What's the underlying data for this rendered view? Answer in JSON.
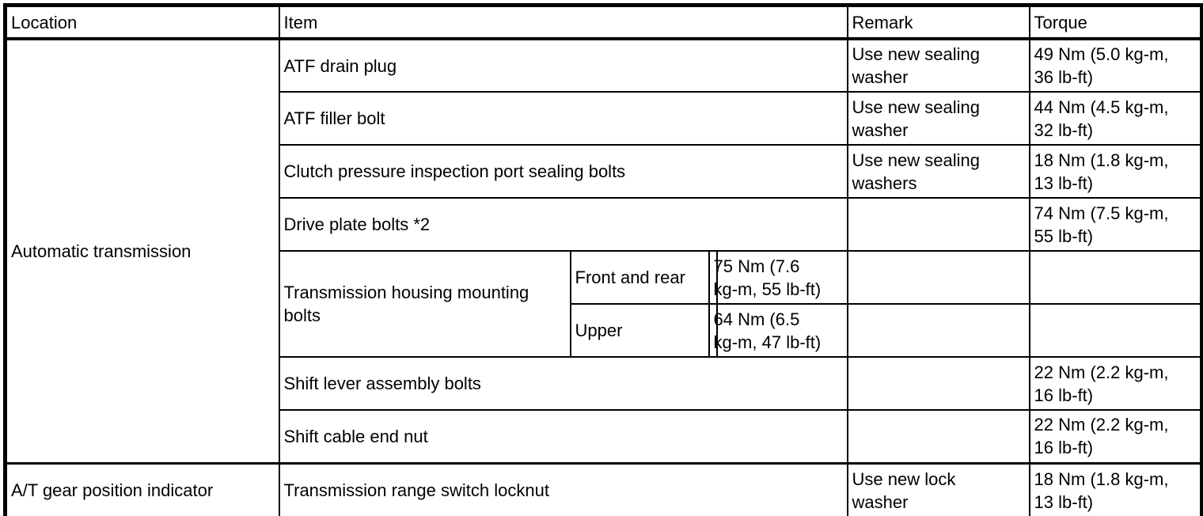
{
  "table": {
    "headers": {
      "location": "Location",
      "item": "Item",
      "remark": "Remark",
      "torque": "Torque"
    },
    "location_groups": [
      {
        "label": "Automatic transmission"
      },
      {
        "label": "A/T gear position indicator"
      }
    ],
    "rows": [
      {
        "item": "ATF drain plug",
        "remark": "Use new sealing\nwasher",
        "torque": "49 Nm (5.0 kg-m,\n36 lb-ft)"
      },
      {
        "item": "ATF filler bolt",
        "remark": "Use new sealing\nwasher",
        "torque": "44 Nm (4.5 kg-m,\n32 lb-ft)"
      },
      {
        "item": "Clutch pressure inspection port sealing bolts",
        "remark": "Use new sealing\nwashers",
        "torque": "18 Nm (1.8 kg-m,\n13 lb-ft)"
      },
      {
        "item": "Drive plate bolts *2",
        "remark": "",
        "torque": "74 Nm (7.5 kg-m,\n55 lb-ft)"
      },
      {
        "item": "Transmission housing mounting\nbolts",
        "sub_label": "Front and rear",
        "sub_value": "75 Nm (7.6\nkg-m, 55 lb-ft)",
        "remark": "",
        "torque": ""
      },
      {
        "sub_label": "Upper",
        "sub_value": "64 Nm (6.5\nkg-m, 47 lb-ft)",
        "remark": "",
        "torque": ""
      },
      {
        "item": "Shift lever assembly bolts",
        "remark": "",
        "torque": "22 Nm (2.2 kg-m,\n16 lb-ft)"
      },
      {
        "item": "Shift cable end nut",
        "remark": "",
        "torque": "22 Nm (2.2 kg-m,\n16 lb-ft)"
      },
      {
        "item": "Transmission range switch locknut",
        "remark": "Use new lock\nwasher",
        "torque": "18 Nm (1.8 kg-m,\n13 lb-ft)"
      }
    ]
  }
}
